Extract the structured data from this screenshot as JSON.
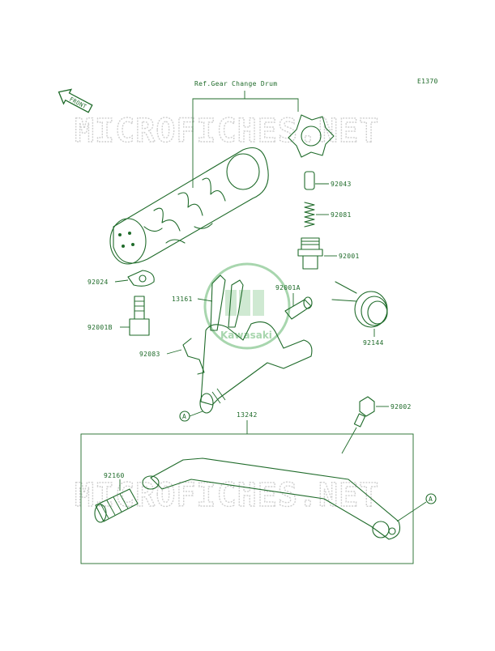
{
  "diagram": {
    "code": "E1370",
    "front_label": "FRONT",
    "ref_label": "Ref.Gear Change Drum",
    "watermark": "MICROFICHES.NET",
    "logo_text": "Kawasaki",
    "callout_a": "A",
    "parts": {
      "p92043": "92043",
      "p92081": "92081",
      "p92001": "92001",
      "p92024": "92024",
      "p13161": "13161",
      "p92001A": "92001A",
      "p92001B": "92001B",
      "p92144": "92144",
      "p92083": "92083",
      "p92002": "92002",
      "p13242": "13242",
      "p92160": "92160"
    }
  }
}
